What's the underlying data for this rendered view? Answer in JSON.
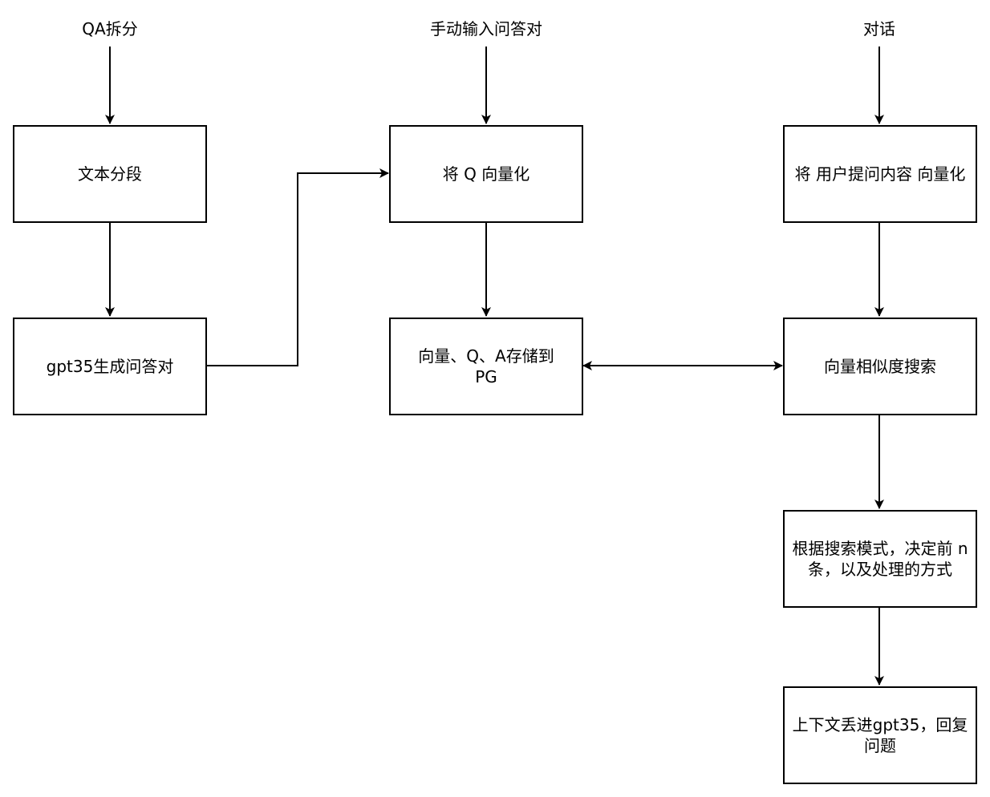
{
  "labels": {
    "qa_split": "QA拆分",
    "manual_input": "手动输入问答对",
    "dialog": "对话"
  },
  "nodes": {
    "text_segment": "文本分段",
    "gpt35_generate": "gpt35生成问答对",
    "vectorize_q": "将 Q 向量化",
    "store_pg": "向量、Q、A存储到 PG",
    "vectorize_user_question": "将 用户提问内容 向量化",
    "similarity_search": "向量相似度搜索",
    "decide_top_n": "根据搜索模式，决定前 n 条，以及处理的方式",
    "context_to_gpt35": "上下文丢进gpt35，回复问题"
  }
}
